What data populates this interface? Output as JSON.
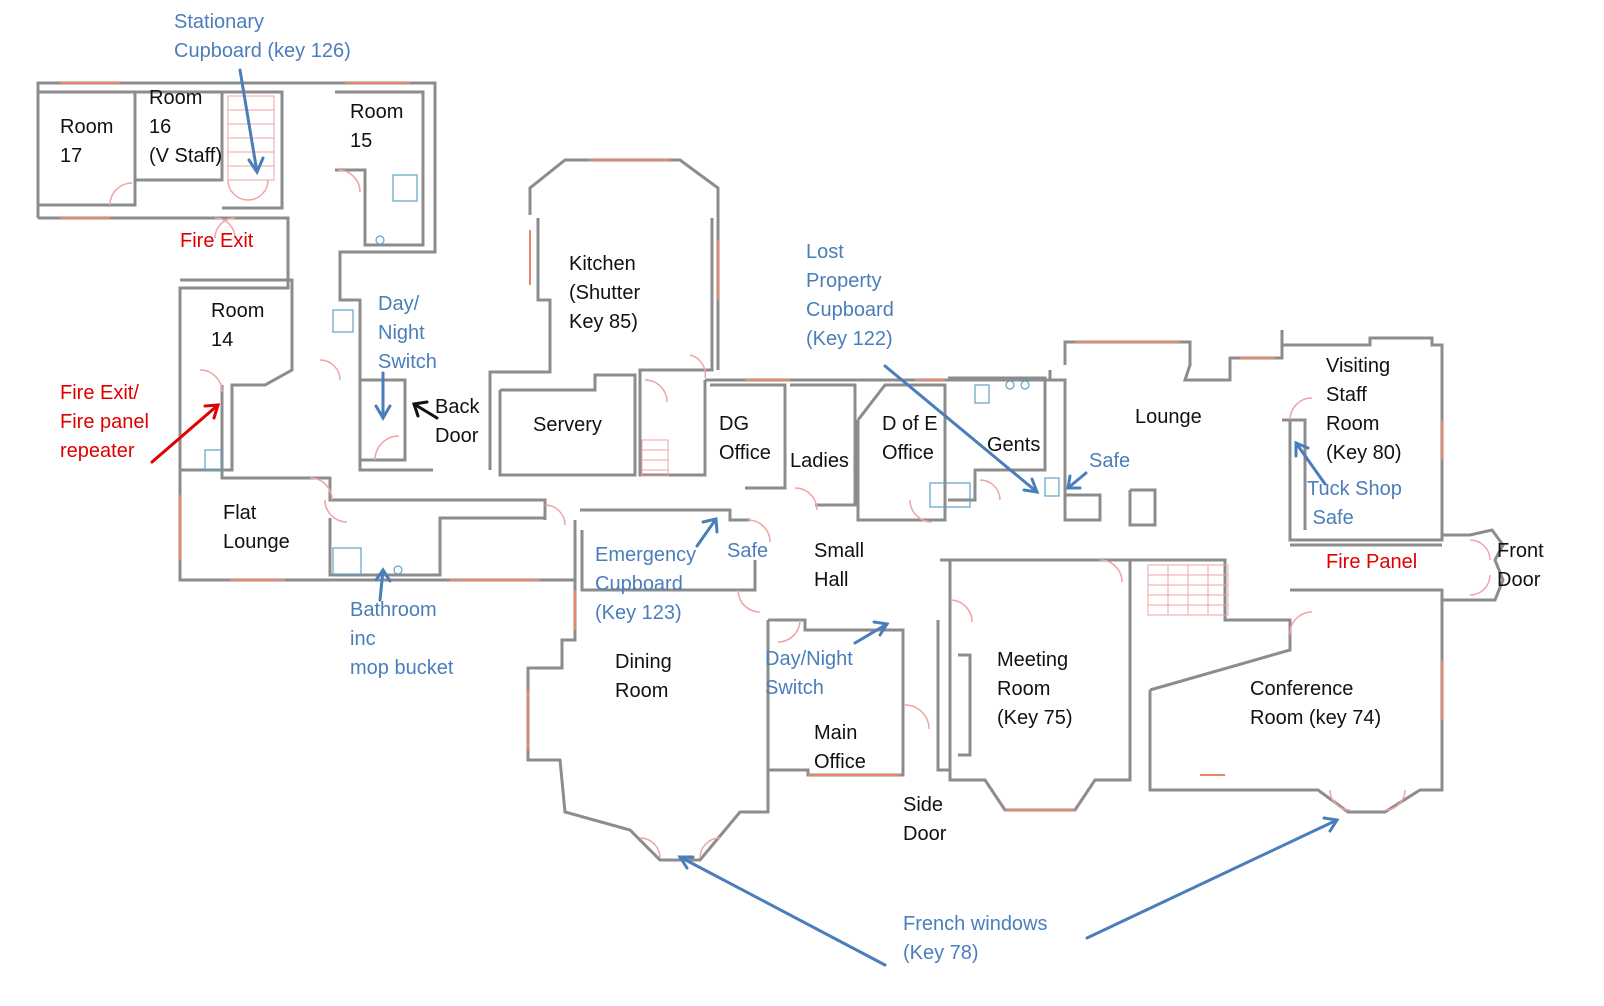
{
  "colors": {
    "wall": "#8c8c8c",
    "window": "#e8866a",
    "door": "#f0a4a4",
    "room_text": "#111111",
    "note_text": "#4a7ebb",
    "alert_text": "#e00000",
    "arrow_blue": "#4a7ebb",
    "arrow_red": "#e00000",
    "arrow_black": "#111111"
  },
  "rooms": {
    "room17": "Room\n17",
    "room16": "Room\n16\n(V Staff)",
    "room15": "Room\n15",
    "room14": "Room\n14",
    "kitchen": "Kitchen\n(Shutter\nKey 85)",
    "servery": "Servery",
    "dg_office": "DG\nOffice",
    "ladies": "Ladies",
    "d_of_e_office": "D of E\nOffice",
    "gents": "Gents",
    "lounge": "Lounge",
    "visiting_staff_room": "Visiting\nStaff\nRoom\n(Key 80)",
    "flat_lounge": "Flat\nLounge",
    "back_door": "Back\nDoor",
    "small_hall": "Small\nHall",
    "dining_room": "Dining\nRoom",
    "main_office": "Main\nOffice",
    "meeting_room": "Meeting\nRoom\n(Key 75)",
    "conference_room": "Conference\nRoom (key 74)",
    "side_door": "Side\nDoor",
    "front_door": "Front\nDoor"
  },
  "notes": {
    "stationary_cupboard": "Stationary\nCupboard (key 126)",
    "day_night_switch_1": "Day/\nNight\nSwitch",
    "lost_property": "Lost\nProperty\nCupboard\n(Key 122)",
    "safe_1": "Safe",
    "tuck_shop_safe": "Tuck Shop\n Safe",
    "emergency_cupboard": "Emergency\nCupboard\n(Key 123)",
    "safe_2": "Safe",
    "bathroom": "Bathroom\ninc\nmop bucket",
    "day_night_switch_2": "Day/Night\nSwitch",
    "french_windows": "French windows\n(Key 78)"
  },
  "alerts": {
    "fire_exit_top": "Fire Exit",
    "fire_exit_panel": "Fire Exit/\nFire panel\nrepeater",
    "fire_panel": "Fire Panel"
  }
}
